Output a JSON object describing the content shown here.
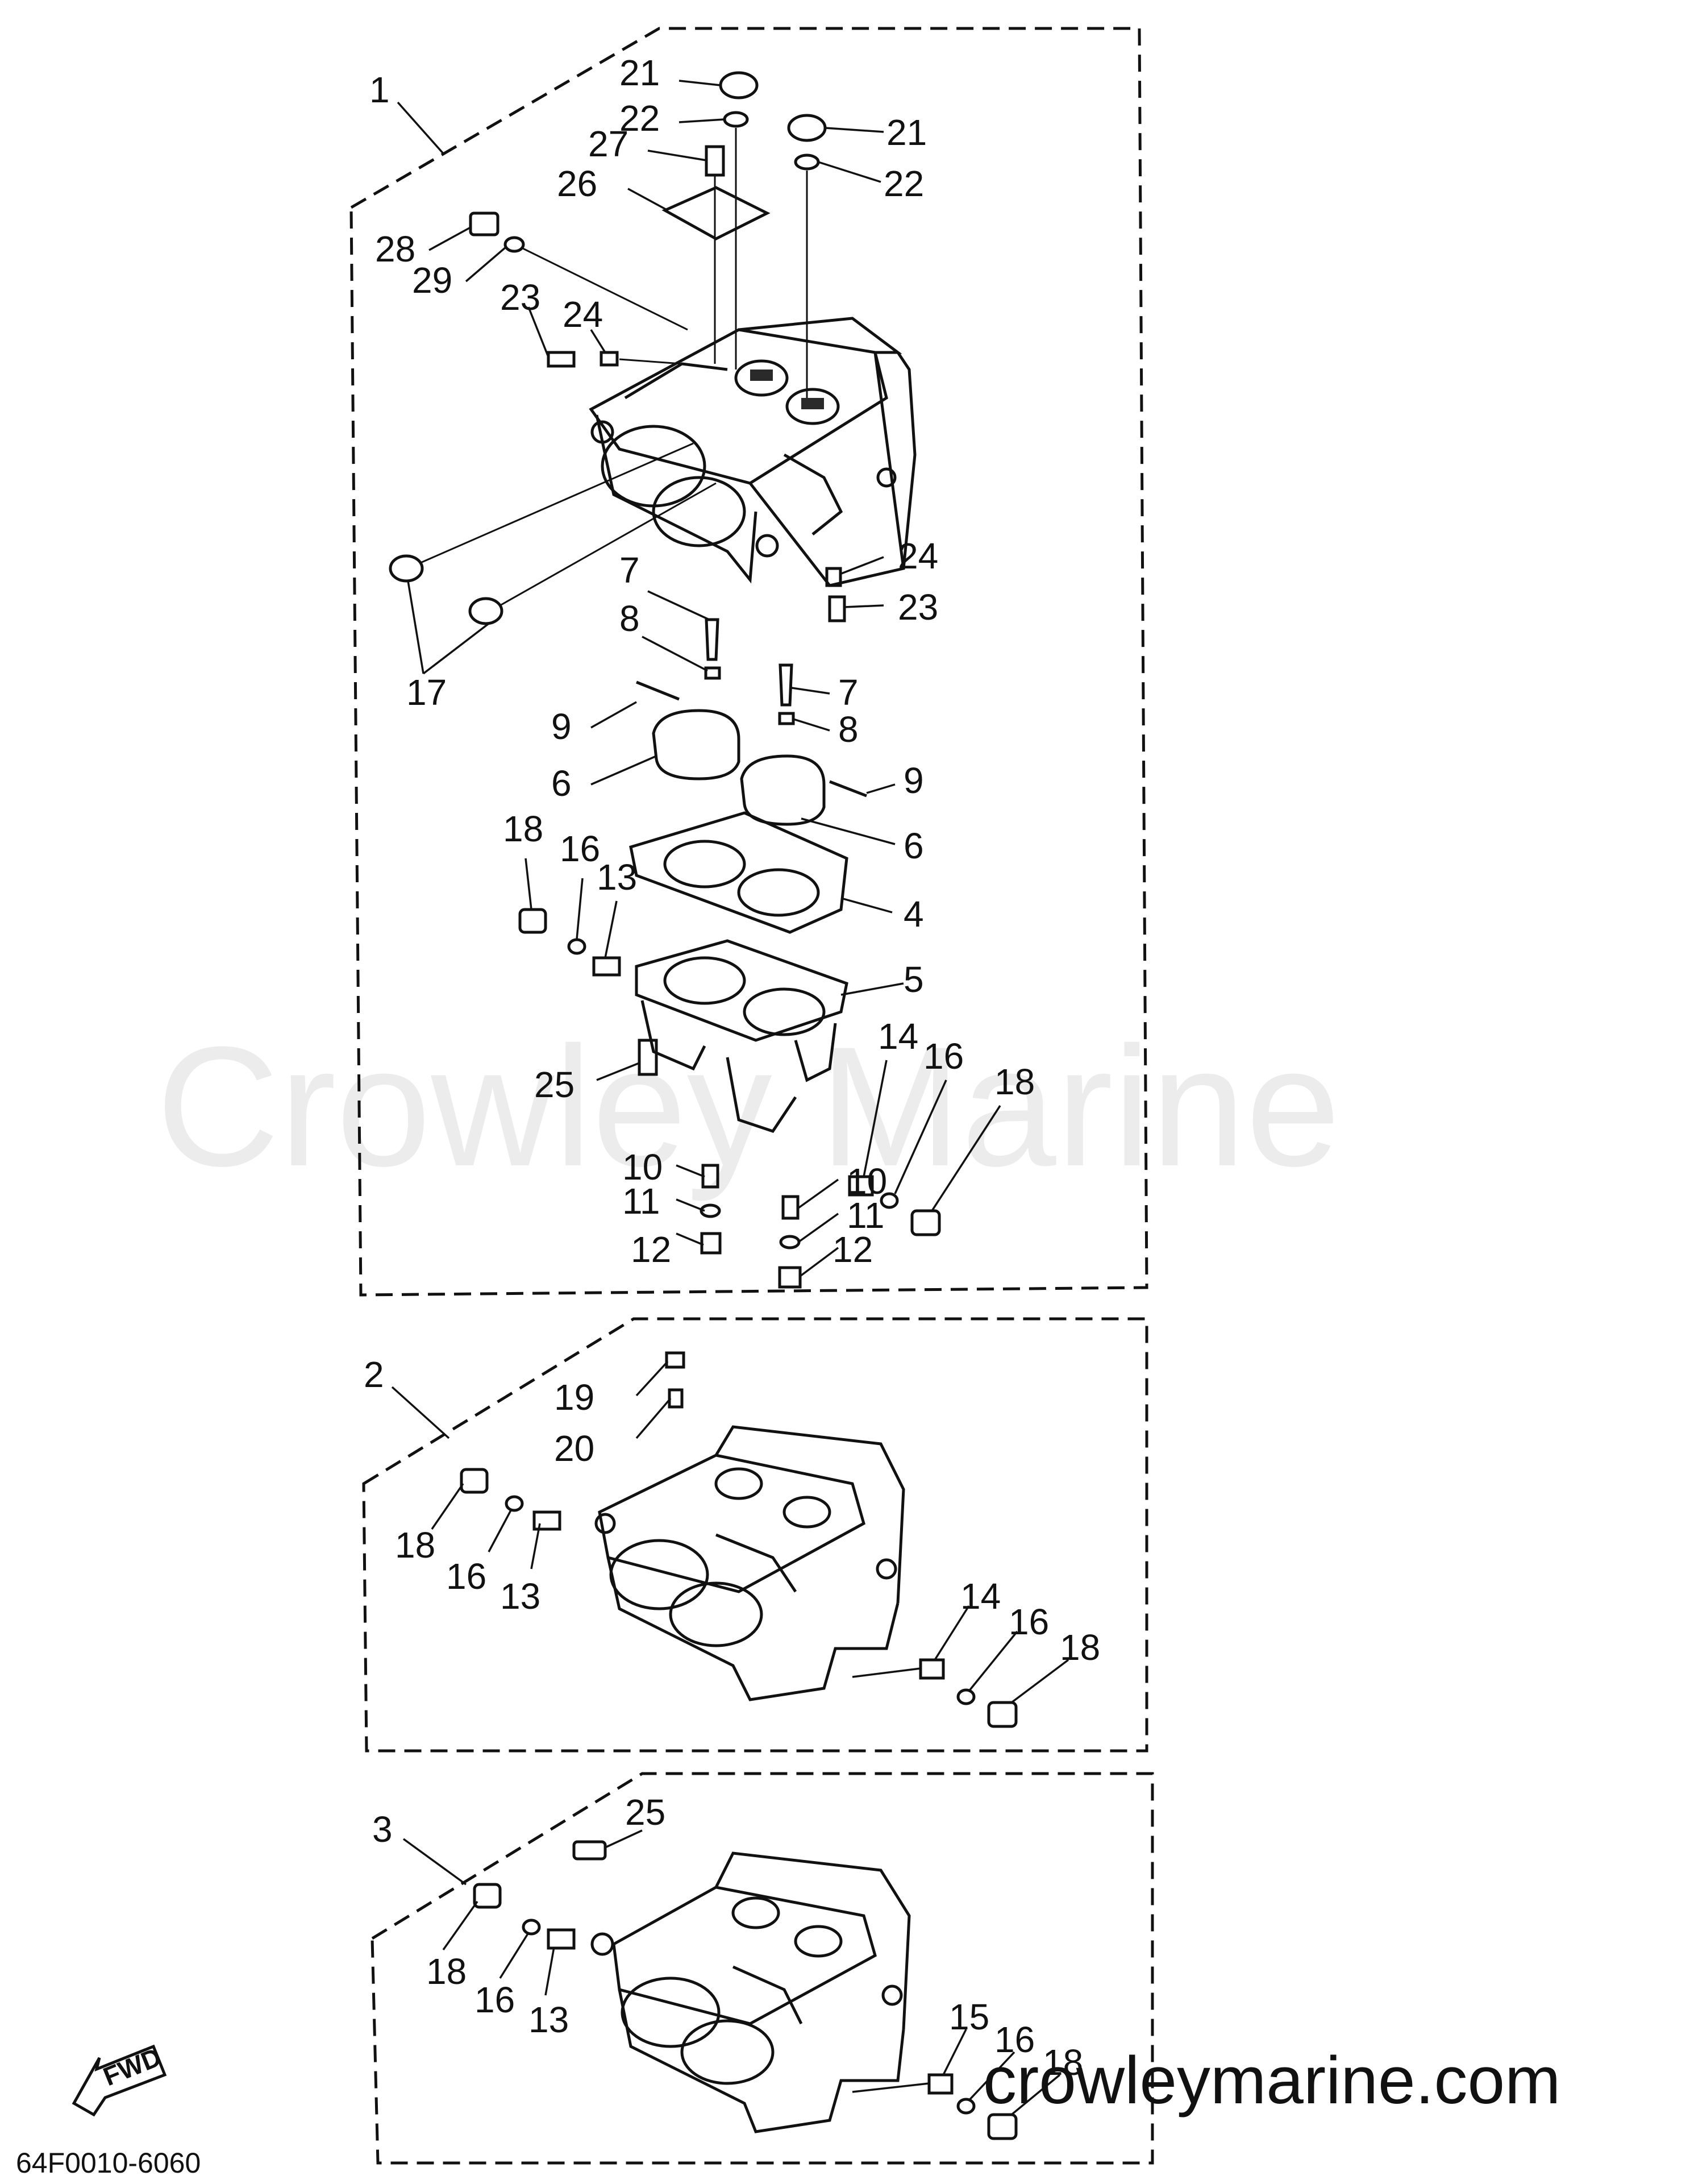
{
  "watermark": "Crowley Marine",
  "website": "crowleymarine.com",
  "diagram_code": "64F0010-6060",
  "fwd_label": "FWD",
  "assemblies": [
    {
      "ref": "1",
      "callouts": [
        "21",
        "22",
        "27",
        "26",
        "21",
        "22",
        "28",
        "29",
        "23",
        "24",
        "24",
        "23",
        "7",
        "8",
        "17",
        "7",
        "8",
        "9",
        "6",
        "9",
        "6",
        "18",
        "16",
        "13",
        "4",
        "5",
        "14",
        "16",
        "18",
        "25",
        "10",
        "10",
        "11",
        "11",
        "12",
        "12"
      ]
    },
    {
      "ref": "2",
      "callouts": [
        "19",
        "20",
        "18",
        "16",
        "13",
        "14",
        "16",
        "18"
      ]
    },
    {
      "ref": "3",
      "callouts": [
        "25",
        "18",
        "16",
        "13",
        "15",
        "16",
        "18"
      ]
    }
  ],
  "icons": [
    "fwd-arrow-icon"
  ],
  "colors": {
    "ink": "#111111",
    "watermark": "#ececec",
    "background": "#ffffff"
  }
}
